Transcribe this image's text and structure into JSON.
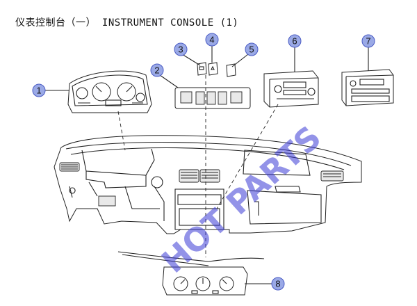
{
  "title": "仪表控制台（一） INSTRUMENT CONSOLE (1)",
  "watermark": "HOT PARTS",
  "colors": {
    "callout_fill": "#9aa9e6",
    "callout_stroke": "#4a5bc4",
    "watermark": "#3b3bd6"
  },
  "callouts": [
    {
      "number": "1",
      "part": "instrument-cluster"
    },
    {
      "number": "2",
      "part": "switch-panel"
    },
    {
      "number": "3",
      "part": "switch-a"
    },
    {
      "number": "4",
      "part": "switch-b"
    },
    {
      "number": "5",
      "part": "switch-c"
    },
    {
      "number": "6",
      "part": "cd-radio-unit"
    },
    {
      "number": "7",
      "part": "cassette-radio-unit"
    },
    {
      "number": "8",
      "part": "climate-control-panel"
    }
  ]
}
